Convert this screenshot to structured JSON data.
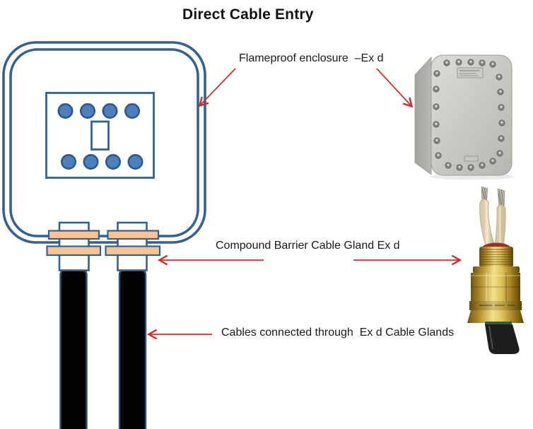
{
  "title": "Direct Cable Entry",
  "labels": {
    "flameproof": "Flameproof enclosure  –Ex d",
    "gland": "Compound Barrier Cable Gland Ex d",
    "cables": "Cables connected through  Ex d Cable Glands"
  },
  "diagram": {
    "terminal_dots_top": 4,
    "terminal_dots_bottom": 4,
    "gland_count": 2,
    "cable_count": 2
  },
  "photos": {
    "enclosure": {
      "description": "bolted grey metal flameproof Ex d enclosure"
    },
    "gland": {
      "description": "brass compound barrier cable gland with two wires and black cable"
    }
  },
  "colors": {
    "outline_blue": "#36618e",
    "dot_fill": "#4c80bc",
    "dot_stroke": "#2e578a",
    "barrier_tan": "#f8c592",
    "cable_black": "#030303",
    "arrow_red": "#cf2b2b",
    "text": "#151515",
    "brass": "#c9a23a",
    "metal_grey": "#c6c5c0"
  }
}
